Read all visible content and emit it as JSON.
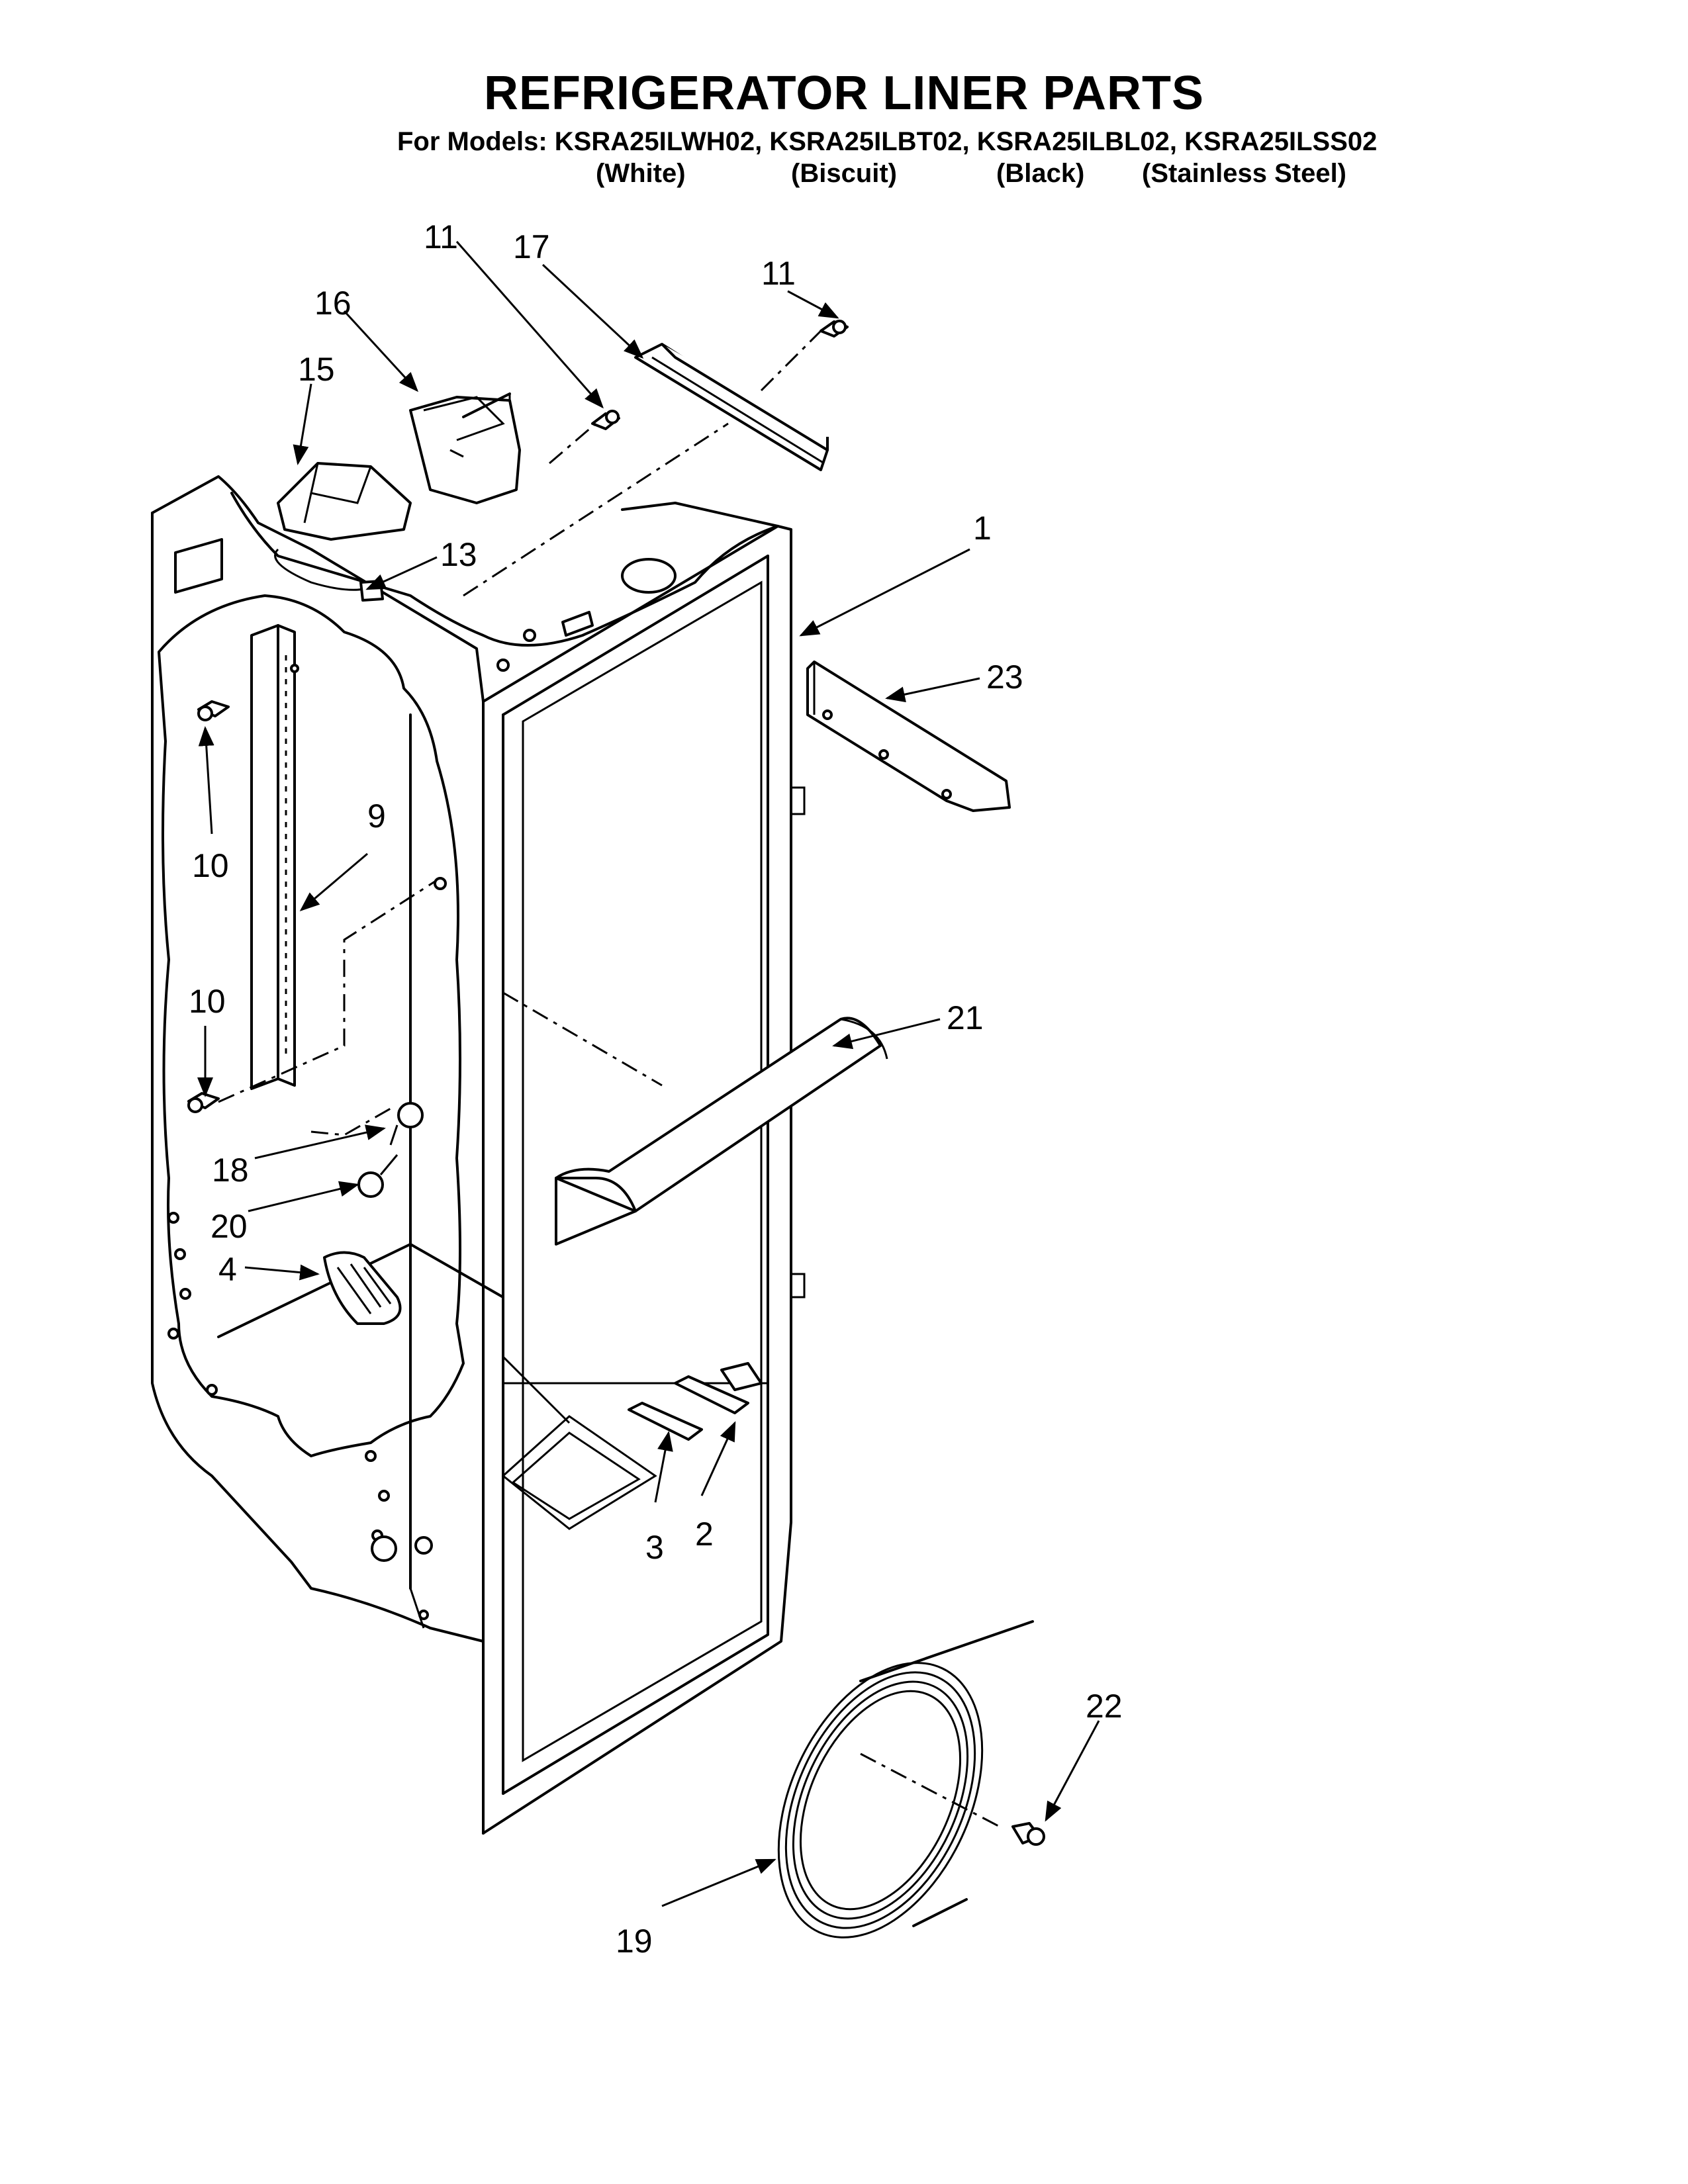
{
  "header": {
    "title": "REFRIGERATOR LINER PARTS",
    "models_line": "For Models: KSRA25ILWH02, KSRA25ILBT02, KSRA25ILBL02, KSRA25ILSS02",
    "colors": [
      "(White)",
      "(Biscuit)",
      "(Black)",
      "(Stainless Steel)"
    ]
  },
  "callouts": {
    "c1": "1",
    "c2": "2",
    "c3": "3",
    "c4": "4",
    "c9": "9",
    "c10a": "10",
    "c10b": "10",
    "c11a": "11",
    "c11b": "11",
    "c13": "13",
    "c15": "15",
    "c16": "16",
    "c17": "17",
    "c18": "18",
    "c19": "19",
    "c20": "20",
    "c21": "21",
    "c22": "22",
    "c23": "23"
  }
}
